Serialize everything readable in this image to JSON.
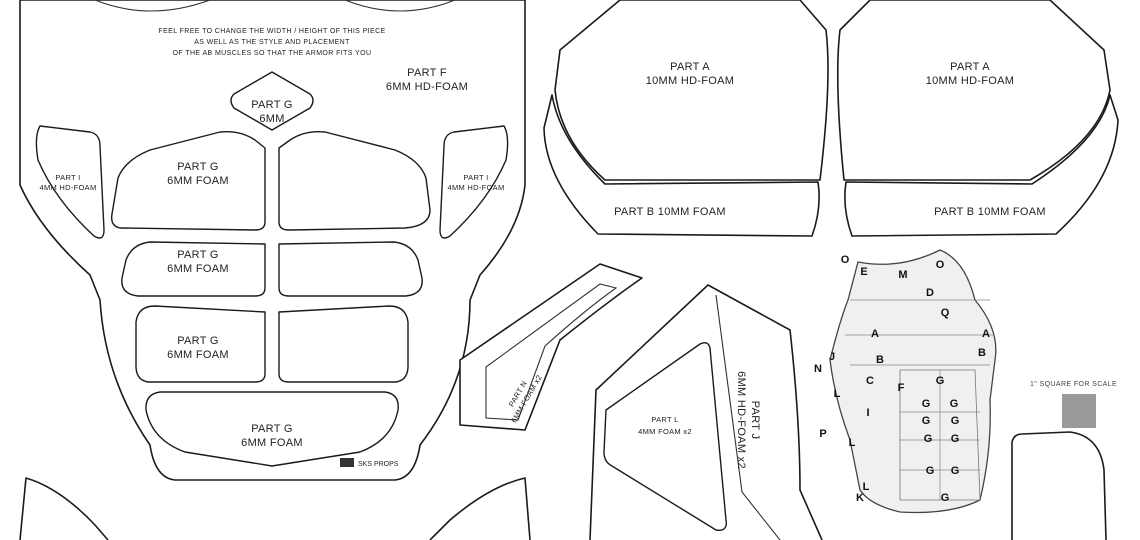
{
  "main_sheet": {
    "note_lines": [
      "FEEL FREE TO CHANGE THE WIDTH / HEIGHT OF THIS PIECE",
      "AS WELL AS THE STYLE AND PLACEMENT",
      "OF THE AB MUSCLES SO THAT THE ARMOR FITS YOU"
    ],
    "part_f": {
      "name": "PART F",
      "material": "6MM HD-FOAM"
    },
    "part_g_top": {
      "name": "PART G",
      "material": "6MM"
    },
    "part_g_rows": [
      {
        "name": "PART G",
        "material": "6MM FOAM"
      },
      {
        "name": "PART G",
        "material": "6MM FOAM"
      },
      {
        "name": "PART G",
        "material": "6MM FOAM"
      },
      {
        "name": "PART G",
        "material": "6MM FOAM"
      }
    ],
    "part_i_left": {
      "name": "PART I",
      "material": "4MM HD-FOAM"
    },
    "part_i_right": {
      "name": "PART I",
      "material": "4MM HD-FOAM"
    },
    "watermark": "SKS PROPS"
  },
  "chest_plates": [
    {
      "part_a": {
        "name": "PART A",
        "material": "10MM HD-FOAM"
      },
      "part_b": "PART B 10MM FOAM"
    },
    {
      "part_a": {
        "name": "PART A",
        "material": "10MM HD-FOAM"
      },
      "part_b": "PART B 10MM FOAM"
    }
  ],
  "part_n": {
    "line1": "PART N",
    "line2": "6MM FOAM  x2"
  },
  "part_j": {
    "line1": "PART J",
    "line2": "6MM HD-FOAM  x2"
  },
  "part_l": {
    "line1": "PART L",
    "line2": "4MM FOAM  x2"
  },
  "reference_labels": [
    "O",
    "E",
    "M",
    "O",
    "D",
    "Q",
    "A",
    "A",
    "B",
    "B",
    "J",
    "N",
    "C",
    "F",
    "G",
    "L",
    "I",
    "G",
    "G",
    "G",
    "G",
    "P",
    "L",
    "G",
    "G",
    "G",
    "G",
    "L",
    "K",
    "G"
  ],
  "scale": {
    "label": "1\" SQUARE FOR SCALE",
    "swatch_color": "#9a9a9a"
  }
}
